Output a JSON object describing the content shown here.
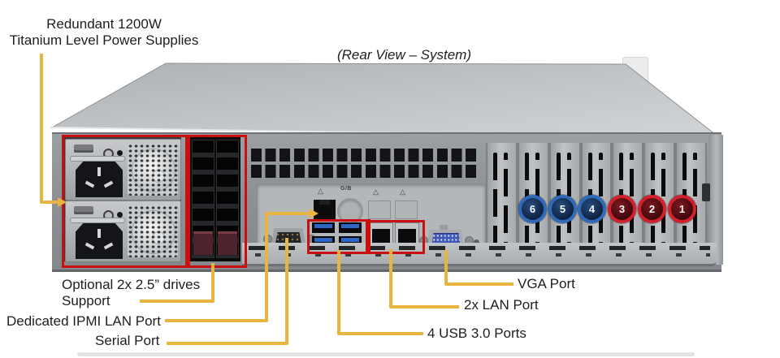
{
  "title": "(Rear View – System)",
  "callouts": {
    "psu": {
      "line1": "Redundant 1200W",
      "line2": "Titanium Level Power Supplies"
    },
    "drives": {
      "line1": "Optional 2x 2.5” drives",
      "line2": "Support"
    },
    "ipmi_label": "Dedicated IPMI LAN Port",
    "serial_label": "Serial Port",
    "usb_label": "4 USB 3.0 Ports",
    "lan_label": "2x LAN Port",
    "vga_label": "VGA Port"
  },
  "io_panel": {
    "gb_marking": "G/B"
  },
  "expansion_slots": {
    "badges": [
      {
        "number": "6",
        "color": "blue"
      },
      {
        "number": "5",
        "color": "blue"
      },
      {
        "number": "4",
        "color": "blue"
      },
      {
        "number": "3",
        "color": "red"
      },
      {
        "number": "2",
        "color": "red"
      },
      {
        "number": "1",
        "color": "red"
      }
    ]
  },
  "colors": {
    "callout_line": "#E9B440",
    "highlight_box": "#C90F0F",
    "badge_blue": "#2F6AB8",
    "badge_red": "#D2202C"
  }
}
